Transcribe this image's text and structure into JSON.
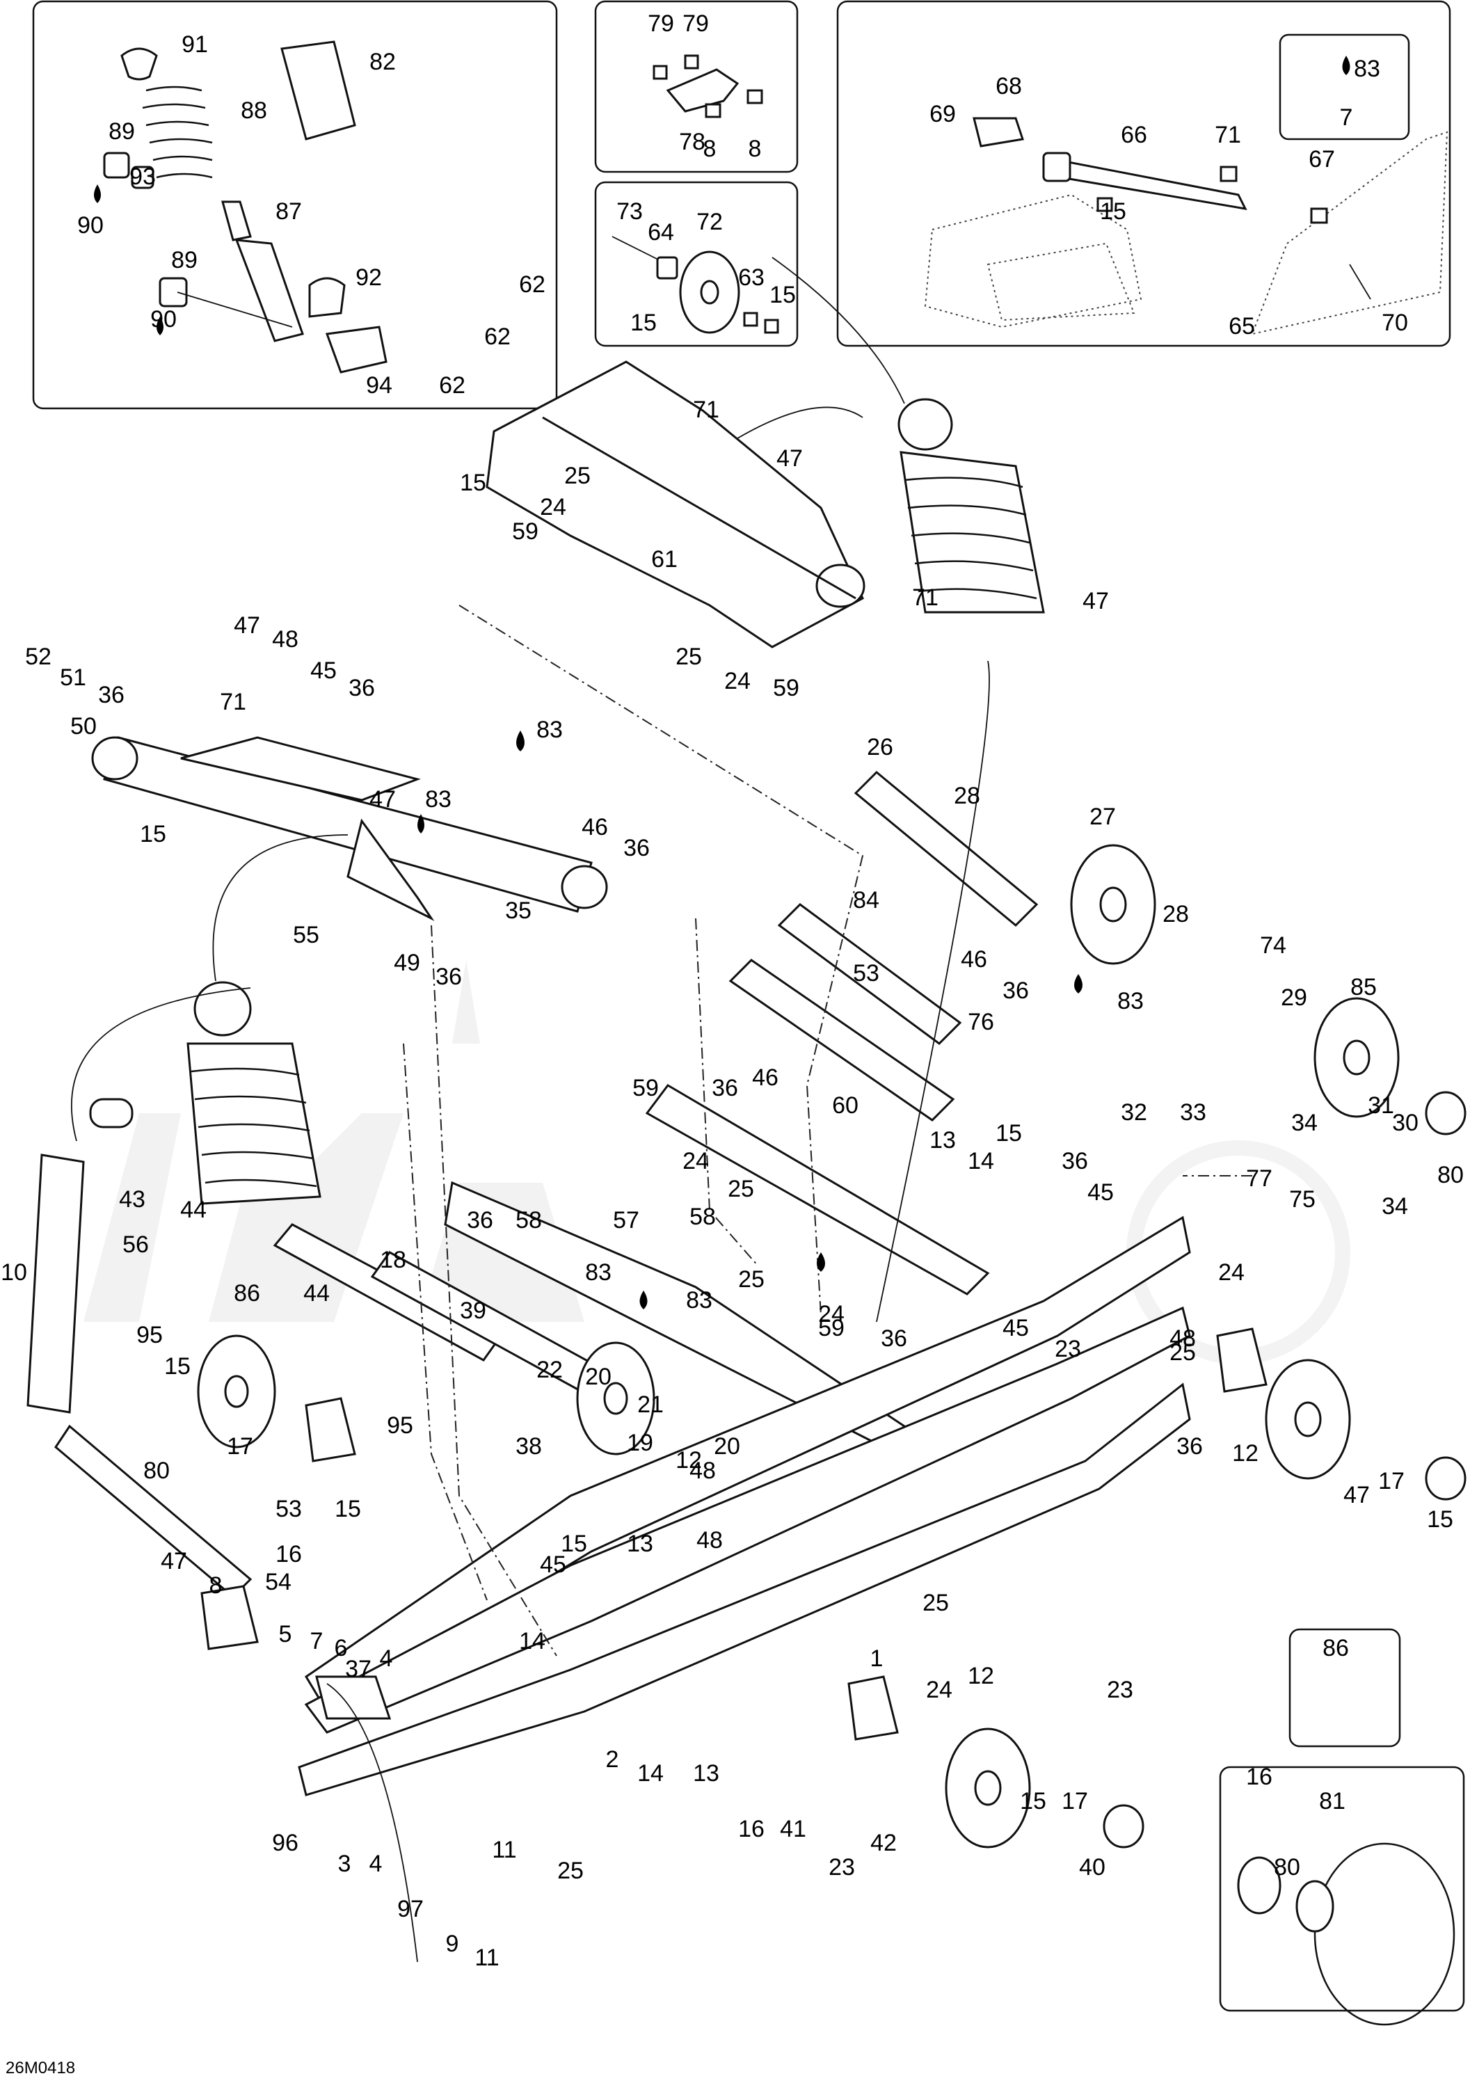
{
  "diagram": {
    "code": "26M0418",
    "callouts": [
      "91",
      "82",
      "88",
      "89",
      "93",
      "87",
      "90",
      "89",
      "92",
      "90",
      "94",
      "79",
      "79",
      "78",
      "8",
      "8",
      "73",
      "64",
      "72",
      "63",
      "15",
      "68",
      "69",
      "66",
      "71",
      "83",
      "7",
      "67",
      "15",
      "65",
      "70",
      "62",
      "62",
      "62",
      "15",
      "15",
      "71",
      "47",
      "25",
      "59",
      "24",
      "61",
      "71",
      "47",
      "25",
      "24",
      "59",
      "52",
      "51",
      "50",
      "36",
      "47",
      "48",
      "45",
      "36",
      "71",
      "83",
      "15",
      "47",
      "83",
      "46",
      "36",
      "55",
      "35",
      "49",
      "36",
      "26",
      "28",
      "27",
      "28",
      "74",
      "29",
      "85",
      "84",
      "46",
      "36",
      "83",
      "53",
      "76",
      "34",
      "31",
      "32",
      "33",
      "30",
      "80",
      "59",
      "36",
      "46",
      "60",
      "24",
      "25",
      "13",
      "15",
      "14",
      "36",
      "77",
      "75",
      "34",
      "45",
      "43",
      "44",
      "56",
      "18",
      "36",
      "58",
      "57",
      "58",
      "83",
      "83",
      "25",
      "24",
      "59",
      "45",
      "36",
      "48",
      "23",
      "25",
      "24",
      "86",
      "44",
      "39",
      "22",
      "20",
      "95",
      "15",
      "17",
      "95",
      "38",
      "21",
      "20",
      "36",
      "12",
      "15",
      "80",
      "53",
      "15",
      "12",
      "19",
      "48",
      "47",
      "17",
      "16",
      "54",
      "15",
      "45",
      "14",
      "13",
      "48",
      "47",
      "8",
      "5",
      "7",
      "6",
      "4",
      "1",
      "25",
      "24",
      "23",
      "12",
      "86",
      "37",
      "2",
      "14",
      "13",
      "16",
      "41",
      "42",
      "15",
      "17",
      "16",
      "81",
      "96",
      "3",
      "4",
      "11",
      "25",
      "23",
      "40",
      "80",
      "97",
      "9",
      "11",
      "10"
    ],
    "insets": [
      "shock-spring-detail",
      "bracket-detail",
      "idler-detail",
      "rear-arm-detail",
      "grease-fitting",
      "wheel-bearing-detail"
    ]
  }
}
